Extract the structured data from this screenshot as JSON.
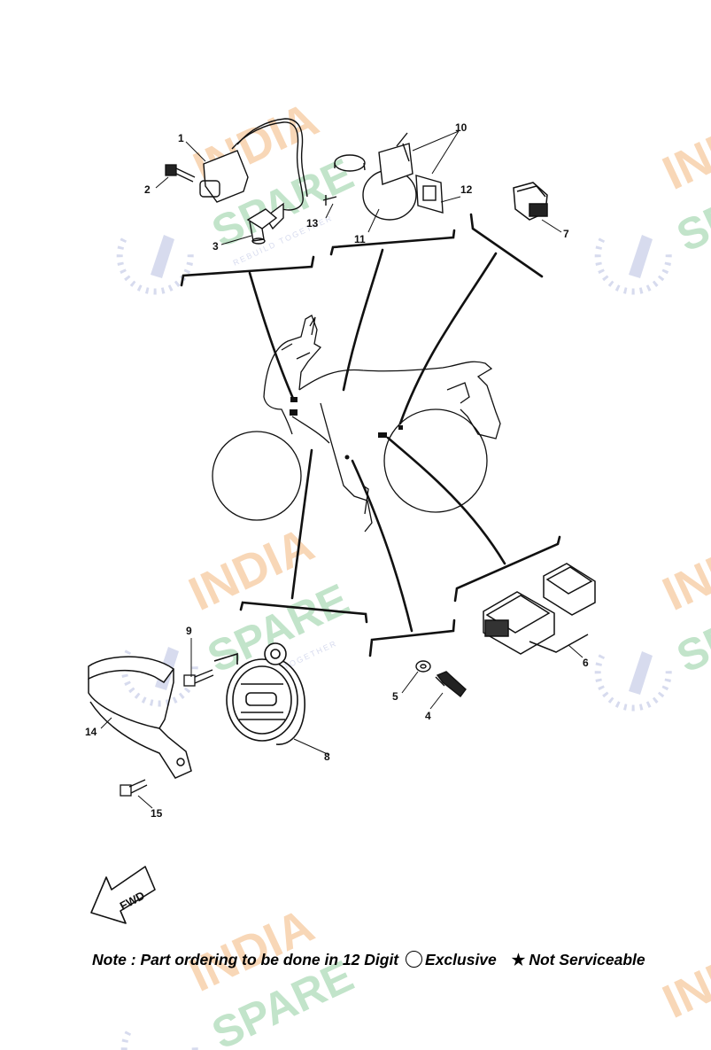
{
  "callouts": [
    {
      "id": "c1",
      "text": "1"
    },
    {
      "id": "c2",
      "text": "2"
    },
    {
      "id": "c3",
      "text": "3"
    },
    {
      "id": "c4",
      "text": "4"
    },
    {
      "id": "c5",
      "text": "5"
    },
    {
      "id": "c6",
      "text": "6"
    },
    {
      "id": "c7",
      "text": "7"
    },
    {
      "id": "c8",
      "text": "8"
    },
    {
      "id": "c9",
      "text": "9"
    },
    {
      "id": "c10",
      "text": "10"
    },
    {
      "id": "c11",
      "text": "11"
    },
    {
      "id": "c12",
      "text": "12"
    },
    {
      "id": "c13",
      "text": "13"
    },
    {
      "id": "c14",
      "text": "14"
    },
    {
      "id": "c15",
      "text": "15"
    }
  ],
  "fwd_label": "FWD",
  "note": {
    "prefix": "Note : Part ordering to be done in 12 Digit",
    "exclusive": "Exclusive",
    "star": "★",
    "not_serviceable": "Not Serviceable"
  },
  "watermark": {
    "word1": "INDIA",
    "word2": "SPARE",
    "tagline": "REBUILD TOGETHER",
    "colors": {
      "orange": "#f6c79a",
      "green": "#a9d9b4",
      "blue": "#c7cde8"
    }
  }
}
